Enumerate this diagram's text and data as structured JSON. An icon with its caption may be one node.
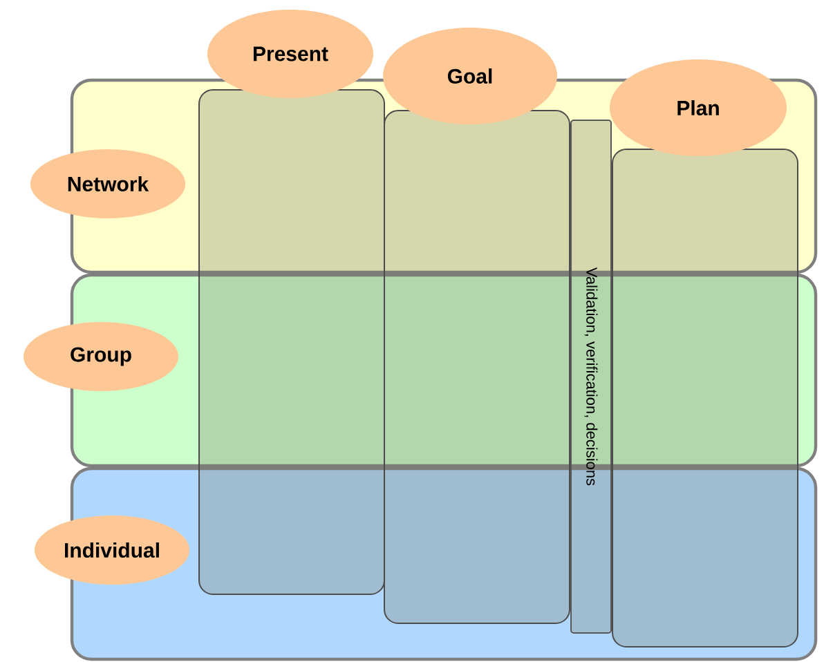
{
  "diagram": {
    "nodes": [
      {
        "text": [
          "Present"
        ]
      },
      {
        "text": [
          "Goal"
        ]
      },
      {
        "text": [
          "Plan"
        ]
      },
      {
        "text": [],
        "shape": "box"
      },
      {
        "text": [
          "Network"
        ]
      },
      {
        "text": [],
        "shape": "box"
      },
      {
        "text": [
          "Group"
        ]
      },
      {
        "text": [],
        "shape": "box"
      },
      {
        "text": [
          "Individual"
        ]
      },
      {
        "text": [],
        "shape": "box"
      },
      {
        "text": [],
        "shape": "box"
      },
      {
        "text": [
          "Validation, verification, decisions"
        ]
      },
      {
        "text": [],
        "shape": "box"
      }
    ]
  }
}
